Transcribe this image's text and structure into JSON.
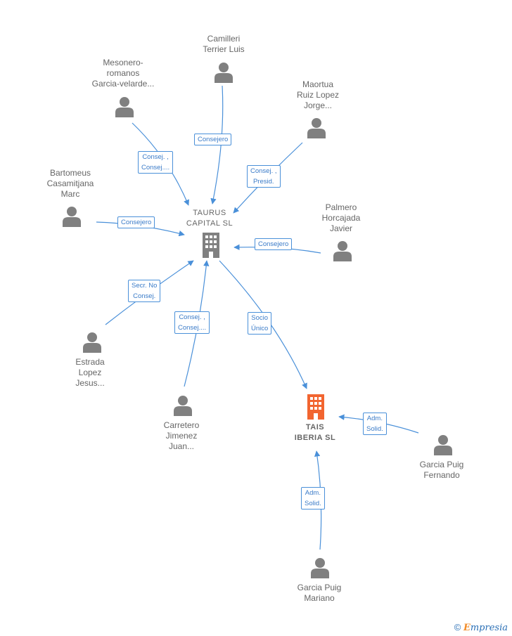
{
  "colors": {
    "edge": "#4a90d9",
    "person": "#808080",
    "company": "#808080",
    "company_highlight": "#f26530"
  },
  "companies": [
    {
      "id": "taurus",
      "name": "TAURUS\nCAPITAL  SL",
      "highlight": false
    },
    {
      "id": "tais",
      "name": "TAIS\nIBERIA  SL",
      "highlight": true
    }
  ],
  "people": [
    {
      "id": "camilleri",
      "name": "Camilleri\nTerrier Luis"
    },
    {
      "id": "mesonero",
      "name": "Mesonero-\nromanos\nGarcia-velarde..."
    },
    {
      "id": "maortua",
      "name": "Maortua\nRuiz Lopez\nJorge..."
    },
    {
      "id": "bartomeus",
      "name": "Bartomeus\nCasamitjana\nMarc"
    },
    {
      "id": "palmero",
      "name": "Palmero\nHorcajada\nJavier"
    },
    {
      "id": "estrada",
      "name": "Estrada\nLopez\nJesus..."
    },
    {
      "id": "carretero",
      "name": "Carretero\nJimenez\nJuan..."
    },
    {
      "id": "garcia_fernando",
      "name": "Garcia Puig\nFernando"
    },
    {
      "id": "garcia_mariano",
      "name": "Garcia Puig\nMariano"
    }
  ],
  "edges": [
    {
      "id": "e_camilleri",
      "label": "Consejero"
    },
    {
      "id": "e_mesonero",
      "label": "Consej. ,\nConsej...."
    },
    {
      "id": "e_maortua",
      "label": "Consej. ,\nPresid."
    },
    {
      "id": "e_bartomeus",
      "label": "Consejero"
    },
    {
      "id": "e_palmero",
      "label": "Consejero"
    },
    {
      "id": "e_estrada",
      "label": "Secr.  No\nConsej."
    },
    {
      "id": "e_carretero",
      "label": "Consej. ,\nConsej...."
    },
    {
      "id": "e_socio",
      "label": "Socio\nÚnico"
    },
    {
      "id": "e_garcia_fernando",
      "label": "Adm.\nSolid."
    },
    {
      "id": "e_garcia_mariano",
      "label": "Adm.\nSolid."
    }
  ],
  "watermark": {
    "symbol": "©",
    "brand_initial": "E",
    "brand_rest": "mpresia"
  }
}
